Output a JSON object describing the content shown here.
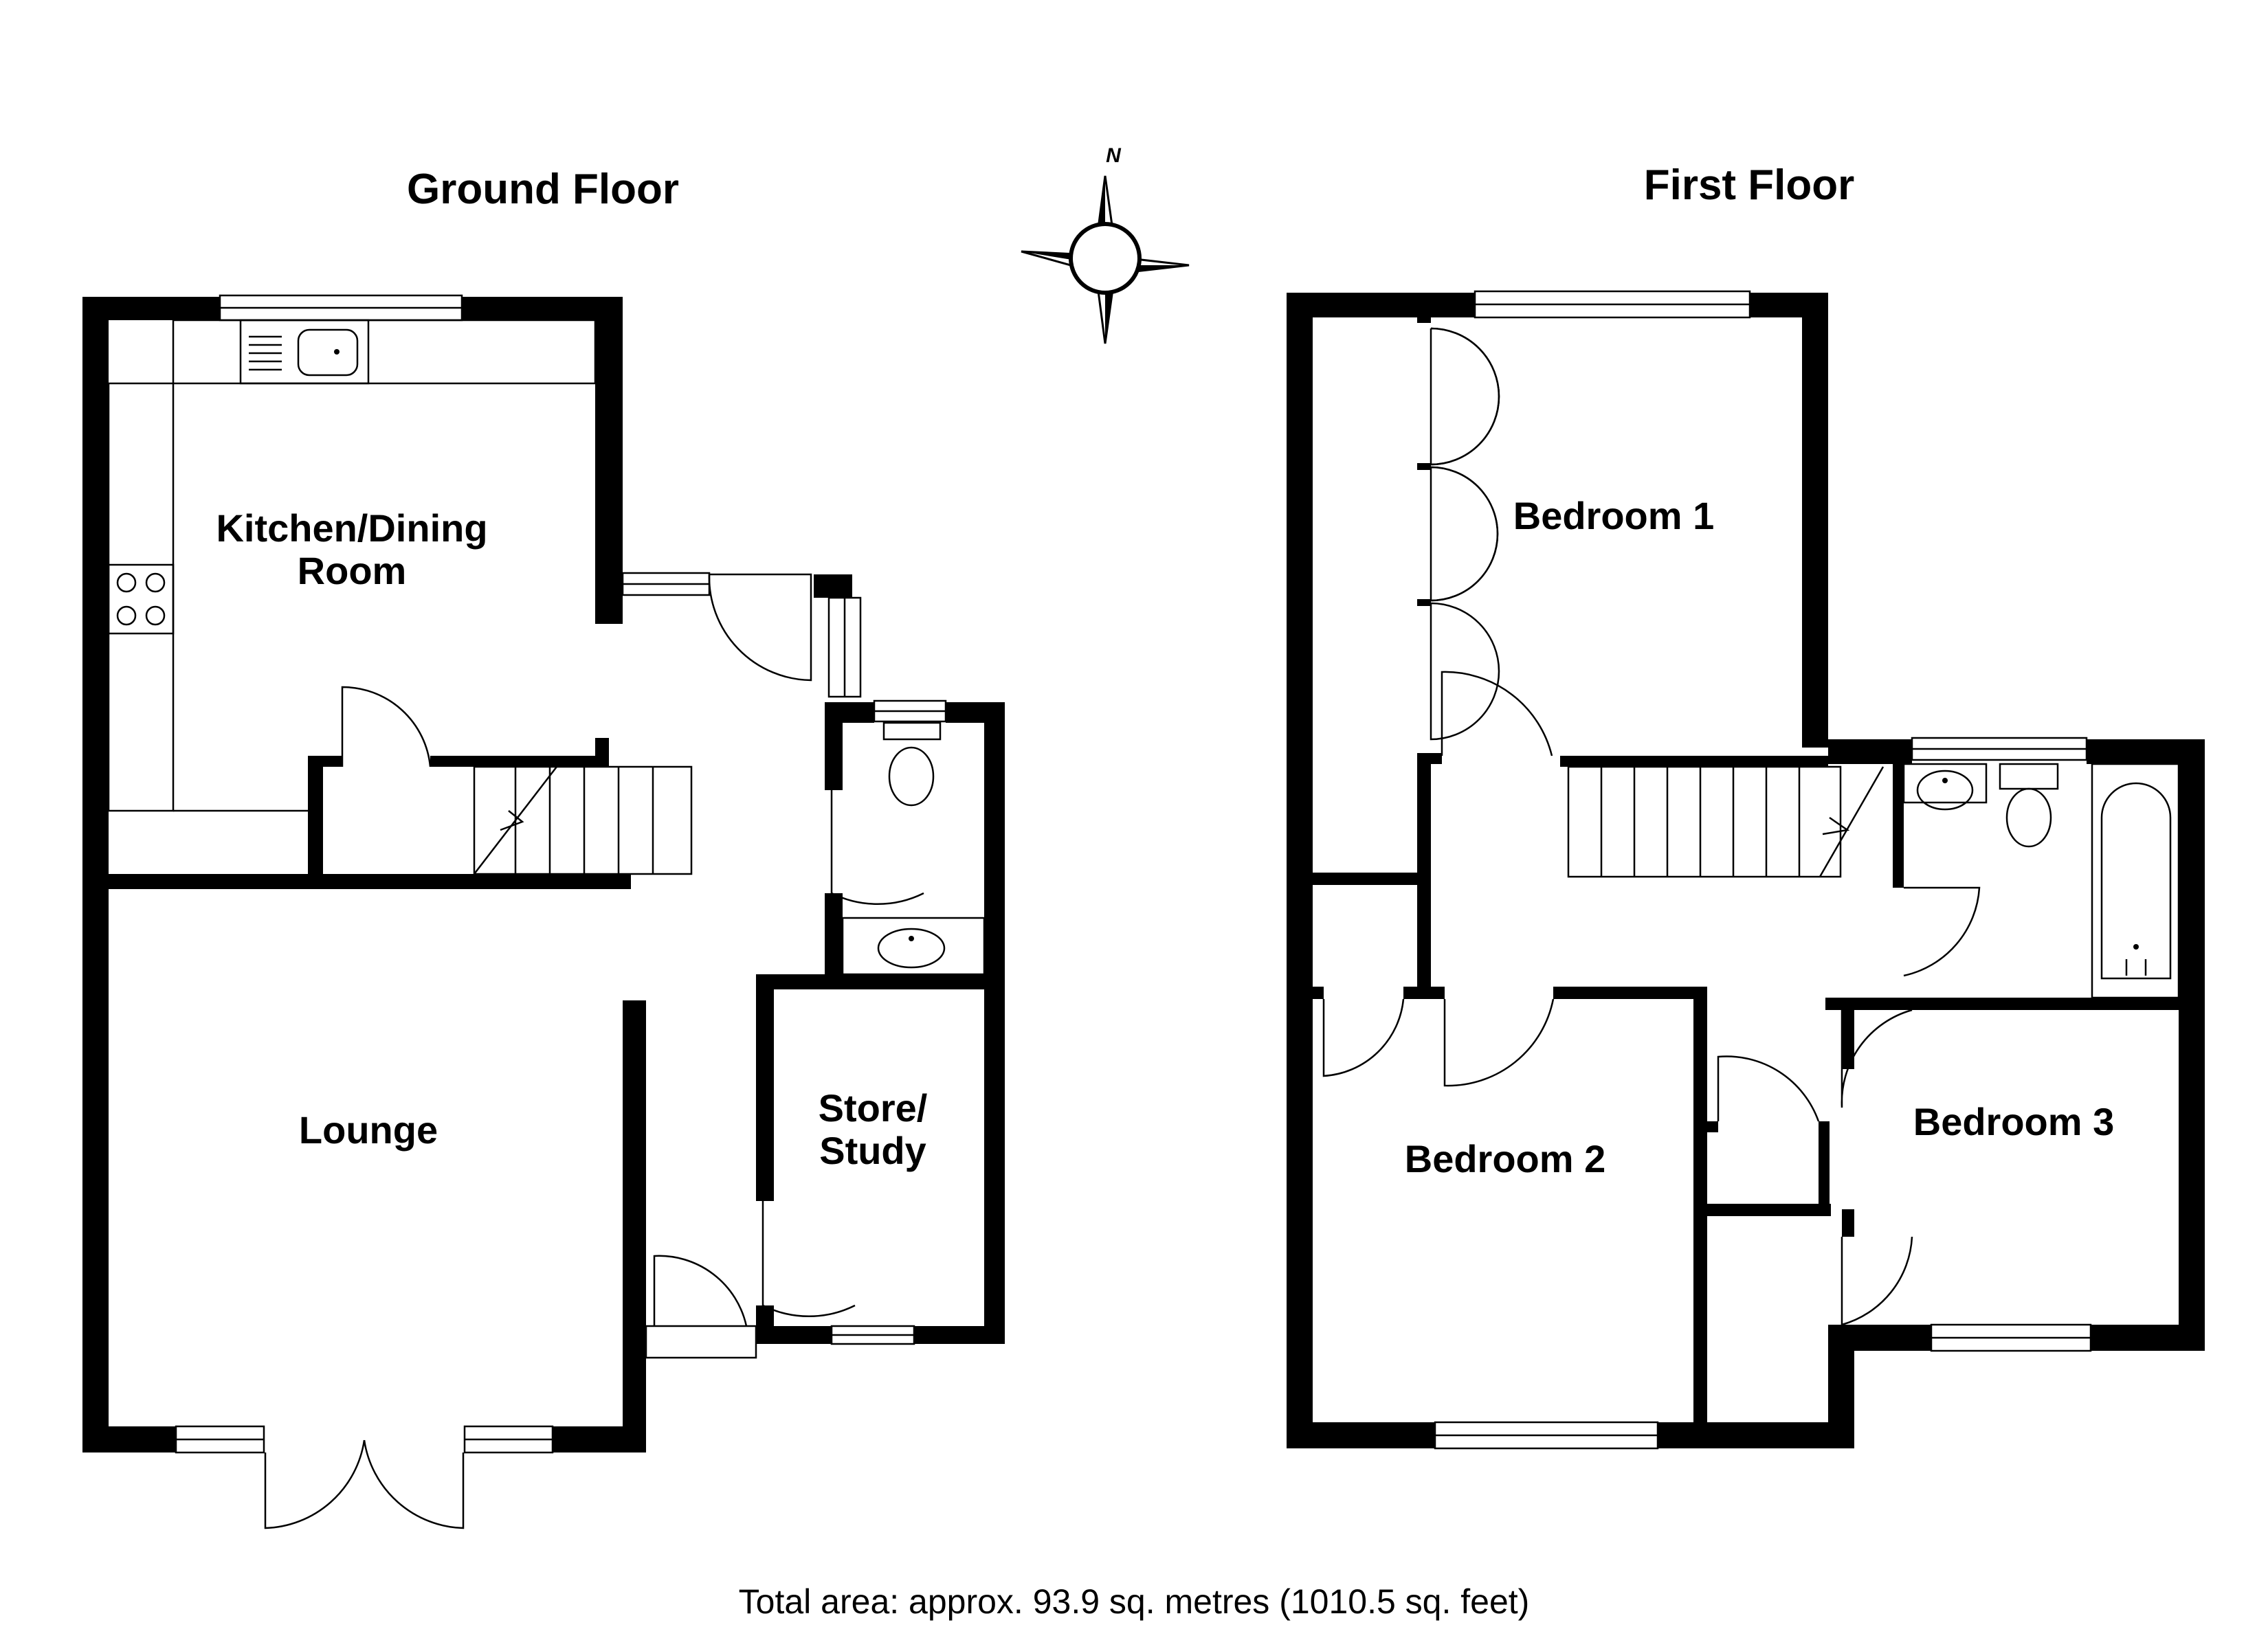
{
  "floors": {
    "ground": {
      "title": "Ground Floor",
      "rooms": {
        "kitchen_line1": "Kitchen/Dining",
        "kitchen_line2": "Room",
        "lounge": "Lounge",
        "store_line1": "Store/",
        "store_line2": "Study"
      }
    },
    "first": {
      "title": "First Floor",
      "rooms": {
        "bedroom1": "Bedroom 1",
        "bedroom2": "Bedroom 2",
        "bedroom3": "Bedroom 3"
      }
    }
  },
  "compass": {
    "north_label": "N"
  },
  "footer": {
    "total_area": "Total area: approx. 93.9 sq. metres (1010.5 sq. feet)"
  },
  "colors": {
    "wall": "#000000",
    "background": "#ffffff"
  }
}
